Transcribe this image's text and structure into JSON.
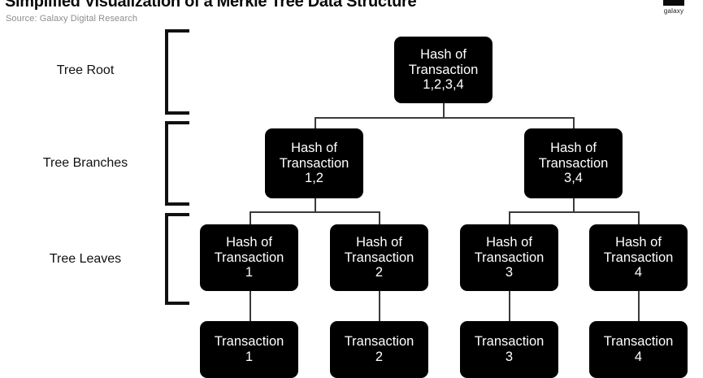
{
  "header": {
    "title": "Simplified Visualization of a Merkle Tree Data Structure",
    "source": "Source: Galaxy Digital Research",
    "logo_word": "galaxy",
    "logo_icon": "galaxy-bar-logo"
  },
  "colors": {
    "background": "#ffffff",
    "node_fill": "#000000",
    "node_text": "#ffffff",
    "title_text": "#0a0a0a",
    "source_text": "#8d8d8d",
    "bracket": "#111111",
    "connector": "#3a3a3a"
  },
  "row_labels": [
    {
      "label": "Tree Root"
    },
    {
      "label": "Tree Branches"
    },
    {
      "label": "Tree Leaves"
    }
  ],
  "diagram": {
    "type": "merkle-tree",
    "levels": [
      {
        "name": "root",
        "nodes": [
          {
            "text": "Hash of\nTransaction\n1,2,3,4"
          }
        ]
      },
      {
        "name": "branches",
        "nodes": [
          {
            "text": "Hash of\nTransaction\n1,2"
          },
          {
            "text": "Hash of\nTransaction\n3,4"
          }
        ]
      },
      {
        "name": "leaves",
        "nodes": [
          {
            "text": "Hash of\nTransaction\n1"
          },
          {
            "text": "Hash of\nTransaction\n2"
          },
          {
            "text": "Hash of\nTransaction\n3"
          },
          {
            "text": "Hash of\nTransaction\n4"
          }
        ]
      },
      {
        "name": "transactions",
        "nodes": [
          {
            "text": "Transaction\n1"
          },
          {
            "text": "Transaction\n2"
          },
          {
            "text": "Transaction\n3"
          },
          {
            "text": "Transaction\n4"
          }
        ]
      }
    ]
  }
}
